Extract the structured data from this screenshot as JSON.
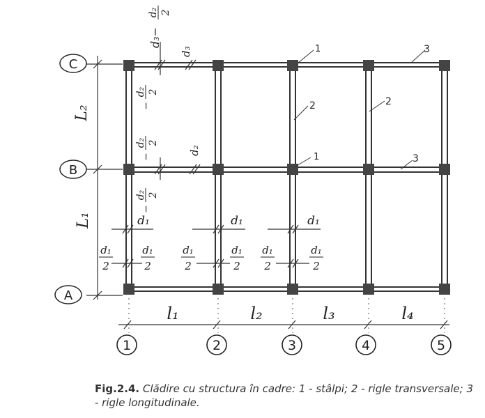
{
  "axes_letters": [
    "C",
    "B",
    "A"
  ],
  "axes_numbers": [
    "1",
    "2",
    "3",
    "4",
    "5"
  ],
  "spans_x": [
    "l₁",
    "l₂",
    "l₃",
    "l₄"
  ],
  "spans_y": [
    "L₂",
    "L₁"
  ],
  "element_labels": {
    "pillar": "1",
    "transverse": "2",
    "longitudinal": "3"
  },
  "dims": {
    "d1": "d₁",
    "d2": "d₂",
    "d3": "d₃",
    "half_num_d1": "d₁",
    "half_num_d2": "d₂",
    "half_den": "2",
    "d3_minus": "d₃−",
    "minus": "−"
  },
  "caption": {
    "fig": "Fig.2.4.",
    "text": " Clădire cu structura în cadre: 1 - stâlpi; 2 - rigle transversale; 3 - rigle longitudinale."
  }
}
